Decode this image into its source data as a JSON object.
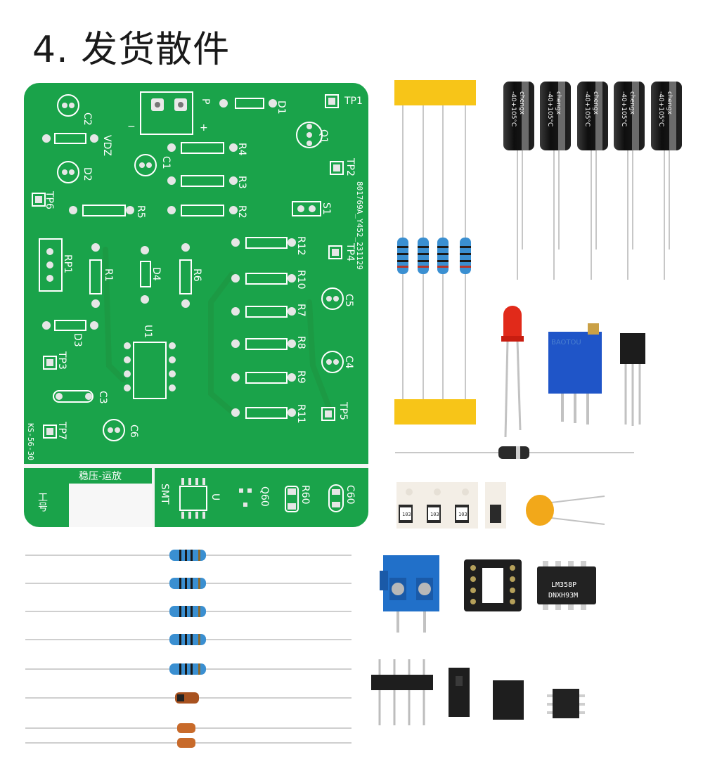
{
  "title": "4. 发货散件",
  "pcb": {
    "ref_labels": [
      "TP1",
      "C2",
      "D1",
      "P",
      "Q1",
      "VDZ",
      "R4",
      "C1",
      "D2",
      "R3",
      "TP2",
      "TP6",
      "R5",
      "R2",
      "S1",
      "R12",
      "RP1",
      "R1",
      "D4",
      "R6",
      "R10",
      "TP4",
      "C5",
      "R7",
      "D3",
      "U1",
      "R8",
      "C4",
      "TP3",
      "R9",
      "C3",
      "R11",
      "TP5",
      "TP7",
      "C6"
    ],
    "board_code": "801769A_Y452_231129",
    "side_code": "KS-56-30",
    "section_label": "稳压-运放",
    "left_label": "工号",
    "smt_labels": [
      "SMT",
      "U",
      "Q60",
      "R60",
      "C60"
    ]
  },
  "components": {
    "capacitor_brand": "chengx",
    "capacitor_rating": "-40+105°C",
    "pot_marking": "BAOTOU",
    "ic_marking_line1": "LM358P",
    "ic_marking_line2": "DNXH93M",
    "smd_resistor_marking": "103"
  },
  "colors": {
    "pcb_green": "#1aa34a",
    "silk_white": "#ffffff",
    "tape_yellow": "#f7c518",
    "capacitor_black": "#161616",
    "terminal_blue": "#2170c9",
    "pot_blue": "#1f55c8",
    "led_red": "#e12a1a",
    "ceramic_orange": "#f2a81a"
  }
}
